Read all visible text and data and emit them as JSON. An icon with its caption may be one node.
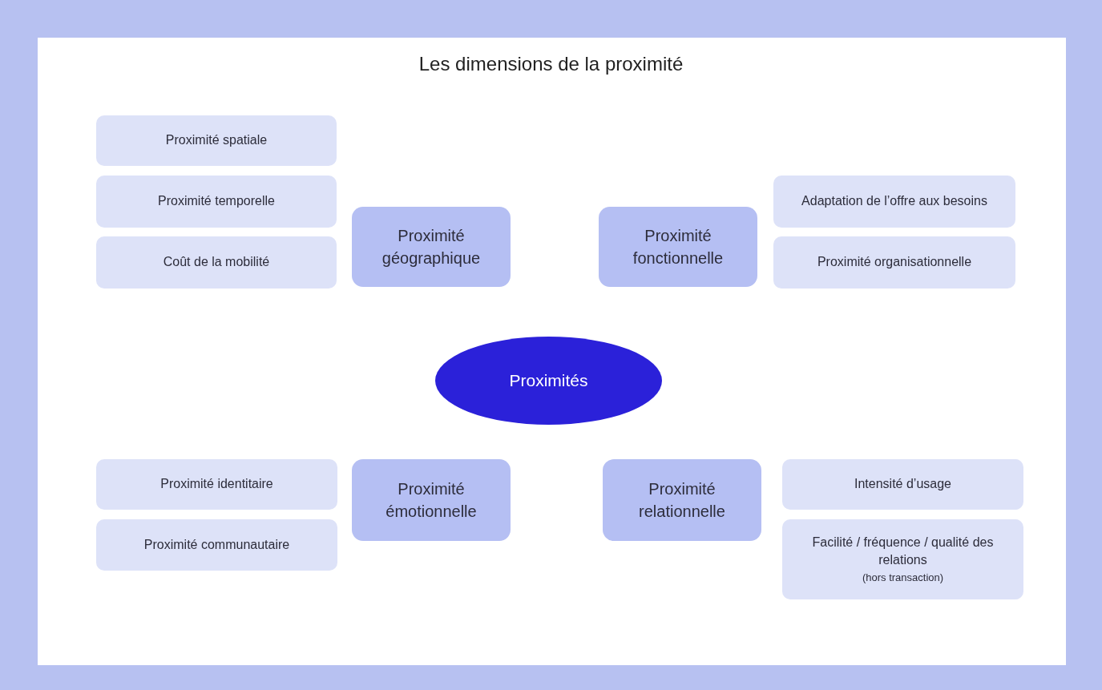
{
  "diagram": {
    "title": "Les dimensions de la proximité",
    "nodes": [
      {
        "text": [
          "Proximités"
        ]
      },
      {
        "text": [
          "Proximité géographique"
        ]
      },
      {
        "text": [
          "Proximité spatiale"
        ]
      },
      {
        "text": [
          "Proximité temporelle"
        ]
      },
      {
        "text": [
          "Coût de la mobilité"
        ]
      },
      {
        "text": [
          "Proximité fonctionnelle"
        ]
      },
      {
        "text": [
          "Adaptation de l’offre aux besoins"
        ]
      },
      {
        "text": [
          "Proximité organisationnelle"
        ]
      },
      {
        "text": [
          "Proximité émotionnelle"
        ]
      },
      {
        "text": [
          "Proximité identitaire"
        ]
      },
      {
        "text": [
          "Proximité communautaire"
        ]
      },
      {
        "text": [
          "Proximité relationnelle"
        ]
      },
      {
        "text": [
          "Intensité d’usage"
        ]
      },
      {
        "text": [
          "Facilité / fréquence / qualité des relations",
          "(hors transaction)"
        ]
      }
    ]
  }
}
